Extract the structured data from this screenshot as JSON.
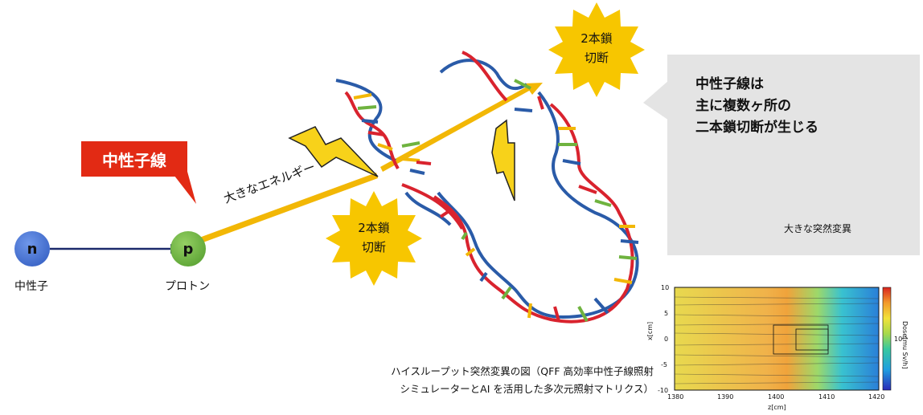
{
  "nodes": {
    "neutron_letter": "n",
    "neutron_label": "中性子",
    "proton_letter": "p",
    "proton_label": "プロトン"
  },
  "neutron_beam_label": "中性子線",
  "energy_label": "大きなエネルギー",
  "bursts": {
    "top_line1": "2本鎖",
    "top_line2": "切断",
    "bottom_line1": "2本鎖",
    "bottom_line2": "切断"
  },
  "callout": {
    "line1": "中性子線は",
    "line2": "主に複数ヶ所の",
    "line3": "二本鎖切断が生じる",
    "mutation_label": "大きな突然変異"
  },
  "caption": {
    "line1": "ハイスループット突然変異の図（QFF 高効率中性子線照射",
    "line2": "シミュレーターとAI を活用した多次元照射マトリクス）"
  },
  "heatmap": {
    "x_ticks": [
      "1380",
      "1390",
      "1400",
      "1410",
      "1420"
    ],
    "y_ticks": [
      "10",
      "5",
      "0",
      "-5",
      "-10"
    ],
    "xlabel": "z[cm]",
    "ylabel": "x[cm]",
    "colorbar_label": "Dose[mu Sv/h]",
    "colorbar_tick": "10¹³"
  },
  "colors": {
    "red_label": "#e22a14",
    "beam": "#f2b705",
    "burst": "#f7c600",
    "dna_red": "#d9232e",
    "dna_blue": "#2a5ba8",
    "neutron": "#3d6ed1",
    "proton": "#6fb33f"
  }
}
